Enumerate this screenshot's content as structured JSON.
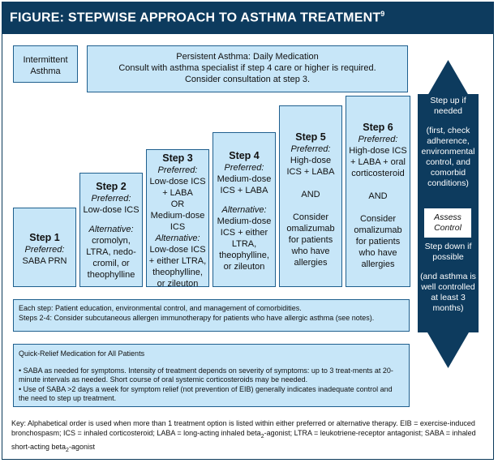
{
  "header": {
    "title": "FIGURE: STEPWISE APPROACH TO ASTHMA TREATMENT",
    "superscript": "9"
  },
  "intermittent": {
    "label": "Intermittent Asthma"
  },
  "persistent": {
    "line1": "Persistent Asthma: Daily Medication",
    "line2": "Consult with asthma specialist if step 4 care or higher is required.",
    "line3": "Consider consultation at step 3."
  },
  "steps": [
    {
      "title": "Step 1",
      "preferred_label": "Preferred:",
      "preferred": "SABA PRN"
    },
    {
      "title": "Step 2",
      "preferred_label": "Preferred:",
      "preferred": "Low-dose ICS",
      "alt_label": "Alternative:",
      "alternative": "cromolyn, LTRA, nedo-cromil, or theophylline"
    },
    {
      "title": "Step 3",
      "preferred_label": "Preferred:",
      "preferred": "Low-dose ICS + LABA",
      "or": "OR",
      "preferred2": "Medium-dose ICS",
      "alt_label": "Alternative:",
      "alternative": "Low-dose ICS + either LTRA, theophylline, or zileuton"
    },
    {
      "title": "Step 4",
      "preferred_label": "Preferred:",
      "preferred": "Medium-dose ICS + LABA",
      "alt_label": "Alternative:",
      "alternative": "Medium-dose ICS + either LTRA, theophylline, or zileuton"
    },
    {
      "title": "Step 5",
      "preferred_label": "Preferred:",
      "preferred": "High-dose ICS + LABA",
      "and": "AND",
      "consider": "Consider omalizumab for patients who have allergies"
    },
    {
      "title": "Step 6",
      "preferred_label": "Preferred:",
      "preferred": "High-dose ICS + LABA + oral corticosteroid",
      "and": "AND",
      "consider": "Consider omalizumab for patients who have allergies"
    }
  ],
  "side": {
    "step_up": "Step up if needed",
    "step_up_note": "(first, check adherence, environmental control, and comorbid conditions)",
    "assess": "Assess Control",
    "step_down": "Step down if possible",
    "step_down_note": "(and asthma is well controlled at least 3 months)"
  },
  "each_step": {
    "line1": "Each step: Patient education, environmental control, and management of comorbidities.",
    "line2": "Steps 2-4: Consider subcutaneous allergen immunotherapy for patients who have allergic asthma (see notes)."
  },
  "quick_relief": {
    "title": "Quick-Relief Medication for All Patients",
    "bullet1": "• SABA as needed for symptoms. Intensity of treatment depends on severity of symptoms: up to 3 treat-ments at 20-minute intervals as needed. Short course of oral systemic corticosteroids may be needed.",
    "bullet2": "• Use of SABA >2 days a week for symptom relief (not prevention of EIB) generally indicates inadequate control and the need to step up treatment."
  },
  "key": {
    "part1": "Key: Alphabetical order is used when more than 1 treatment option is listed within either preferred or alternative therapy. EIB = exercise-induced bronchospasm; ICS = inhaled corticosteroid; LABA = long-acting inhaled beta",
    "sub1": "2",
    "part2": "-agonist; LTRA = leukotriene-receptor antagonist; SABA = inhaled short-acting beta",
    "sub2": "2",
    "part3": "-agonist"
  },
  "colors": {
    "header_bg": "#0d3b5e",
    "box_bg": "#c7e6f8",
    "box_border": "#1f5f8e"
  }
}
